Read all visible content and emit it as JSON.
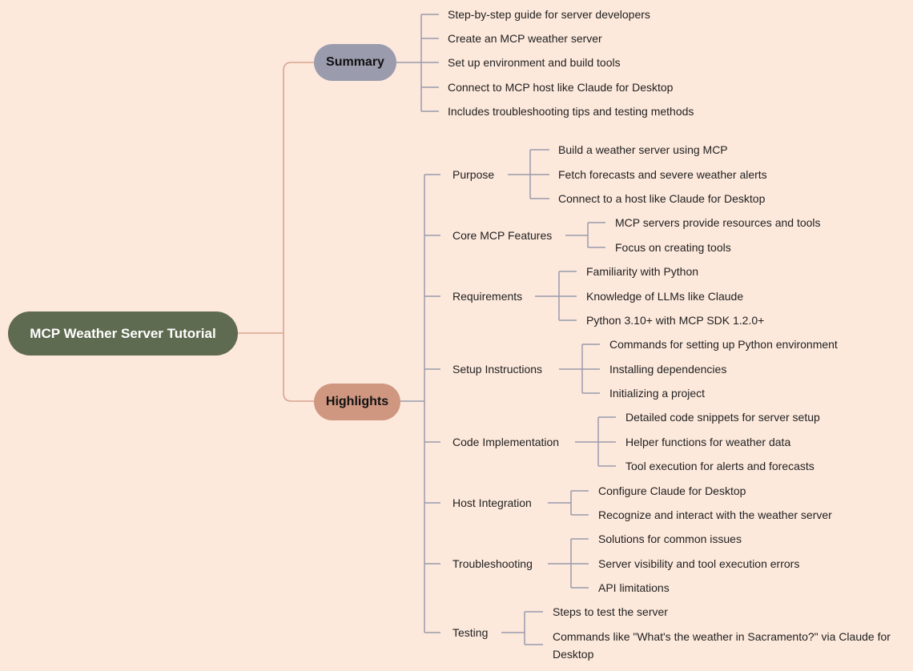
{
  "root": {
    "label": "MCP Weather Server Tutorial"
  },
  "summary": {
    "label": "Summary",
    "items": [
      "Step-by-step guide for server developers",
      "Create an MCP weather server",
      "Set up environment and build tools",
      "Connect to MCP host like Claude for Desktop",
      "Includes troubleshooting tips and testing methods"
    ]
  },
  "highlights": {
    "label": "Highlights",
    "sections": [
      {
        "label": "Purpose",
        "items": [
          "Build a weather server using MCP",
          "Fetch forecasts and severe weather alerts",
          "Connect to a host like Claude for Desktop"
        ]
      },
      {
        "label": "Core MCP Features",
        "items": [
          "MCP servers provide resources and tools",
          "Focus on creating tools"
        ]
      },
      {
        "label": "Requirements",
        "items": [
          "Familiarity with Python",
          "Knowledge of LLMs like Claude",
          "Python 3.10+ with MCP SDK 1.2.0+"
        ]
      },
      {
        "label": "Setup Instructions",
        "items": [
          "Commands for setting up Python environment",
          "Installing dependencies",
          "Initializing a project"
        ]
      },
      {
        "label": "Code Implementation",
        "items": [
          "Detailed code snippets for server setup",
          "Helper functions for weather data",
          "Tool execution for alerts and forecasts"
        ]
      },
      {
        "label": "Host Integration",
        "items": [
          "Configure Claude for Desktop",
          "Recognize and interact with the weather server"
        ]
      },
      {
        "label": "Troubleshooting",
        "items": [
          "Solutions for common issues",
          "Server visibility and tool execution errors",
          "API limitations"
        ]
      },
      {
        "label": "Testing",
        "items": [
          "Steps to test the server",
          "Commands like \"What's the weather in Sacramento?\" via Claude for Desktop"
        ]
      }
    ]
  },
  "colors": {
    "background": "#fde9dc",
    "root": "#5f6b50",
    "summary": "#9b9bae",
    "highlights": "#cf9680",
    "line": "#9a9aac",
    "root_line": "#d9a38e"
  }
}
